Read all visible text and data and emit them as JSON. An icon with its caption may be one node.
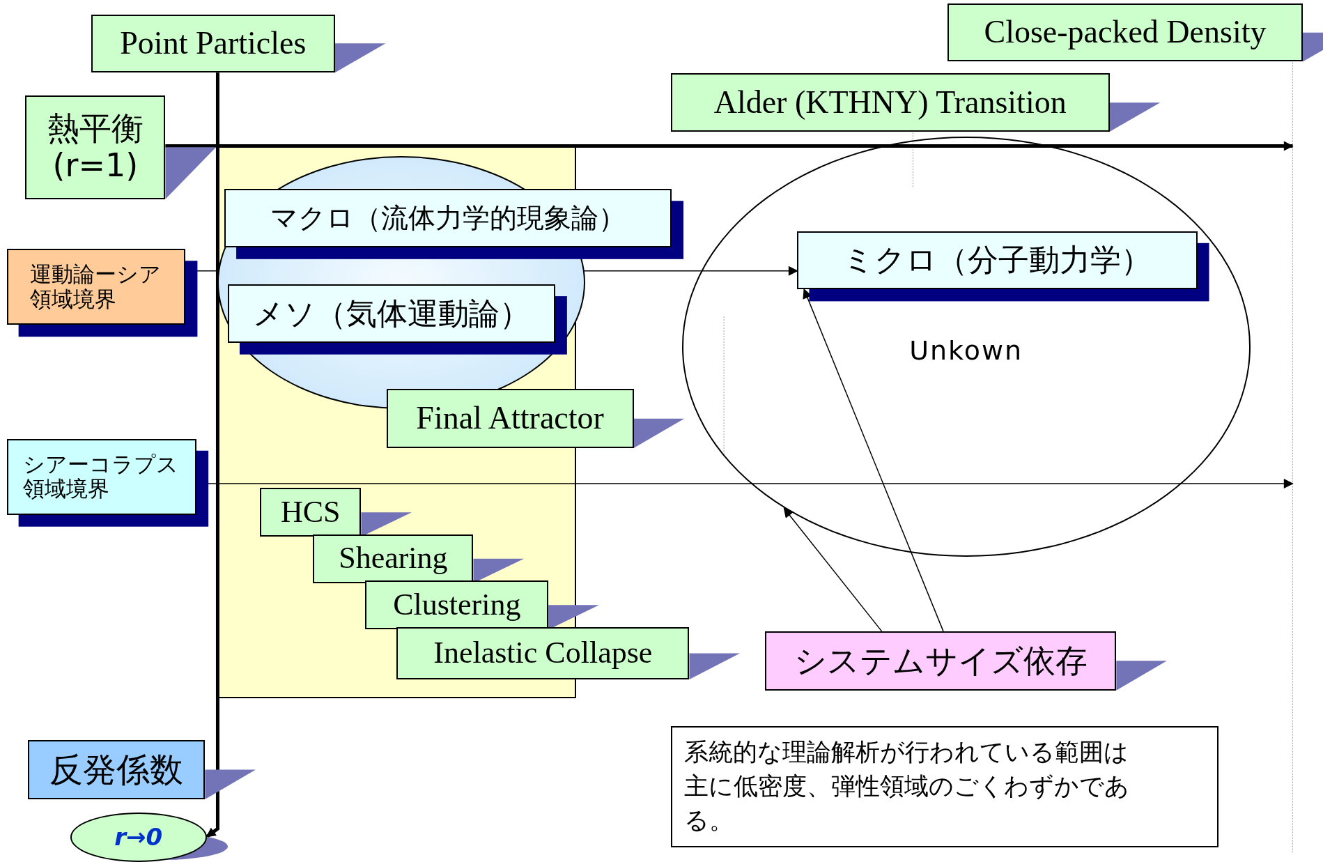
{
  "diagram": {
    "nodes": [
      {
        "text": [
          "Point Particles"
        ]
      },
      {
        "text": [
          "Close-packed Density"
        ]
      },
      {
        "text": [
          "Alder (KTHNY) Transition"
        ]
      },
      {
        "text": [
          "熱平衡 (r=1)"
        ]
      },
      {
        "text": [
          "マクロ（流体力学的現象論）"
        ]
      },
      {
        "text": [
          "運動論ーシア領域境界"
        ]
      },
      {
        "text": [
          "Unkown"
        ]
      },
      {
        "text": [
          "ミクロ（分子動力学）"
        ],
        "in": 6
      },
      {
        "text": [
          "メソ（気体運動論）"
        ]
      },
      {
        "text": [
          "Final Attractor"
        ]
      },
      {
        "text": [
          "シアーコラプス領域境界"
        ]
      },
      {
        "text": [
          "HCS"
        ]
      },
      {
        "text": [
          "Shearing"
        ]
      },
      {
        "text": [
          "Clustering"
        ]
      },
      {
        "text": [
          "Inelastic Collapse"
        ]
      },
      {
        "text": [
          "システムサイズ依存"
        ]
      },
      {
        "text": [
          "反発係数"
        ]
      },
      {
        "text": [
          "系統的な理論解析が行われている範囲は主に低密度、弾性領域のごくわずかである。"
        ]
      },
      {
        "text": [
          "r→0"
        ]
      }
    ],
    "edges": [
      {
        "from": 0,
        "to": 18,
        "arrow": "to",
        "style": "thick"
      },
      {
        "from": 3,
        "to": null,
        "arrow": "to",
        "style": "thick"
      },
      {
        "from": 5,
        "to": 7,
        "arrow": "to"
      },
      {
        "from": 10,
        "to": null,
        "arrow": "to"
      },
      {
        "from": 15,
        "to": 7,
        "arrow": "to"
      },
      {
        "from": 15,
        "to": 6,
        "arrow": "to"
      }
    ]
  }
}
